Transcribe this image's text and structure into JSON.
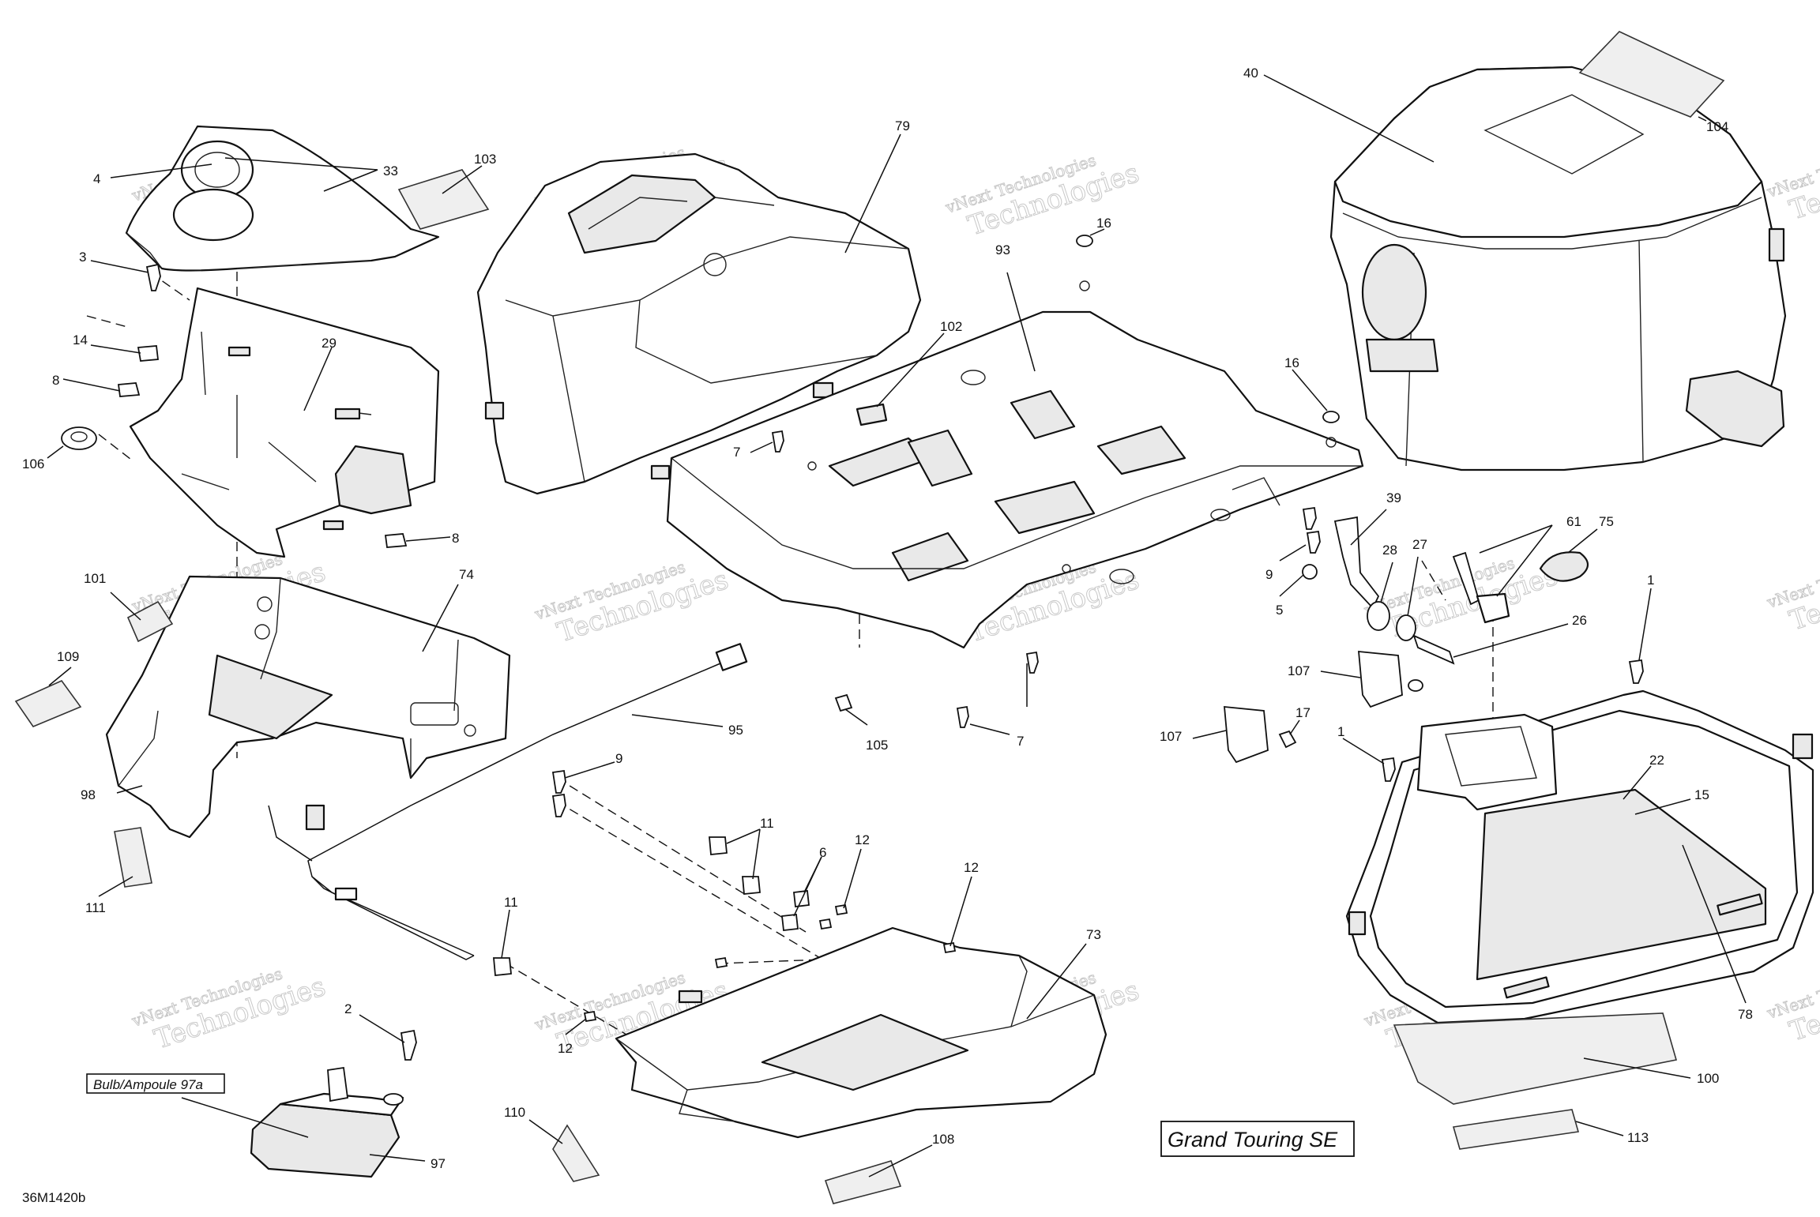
{
  "diagram": {
    "figure_id": "36M1420b",
    "model_label": "Grand Touring SE",
    "bulb_label": "Bulb/Ampoule 97a",
    "watermark": {
      "line1": "vNext Technologies",
      "line2": "Technologies",
      "line3": "vNext"
    },
    "callouts": [
      {
        "id": "c40",
        "text": "40"
      },
      {
        "id": "c104",
        "text": "104"
      },
      {
        "id": "c79",
        "text": "79"
      },
      {
        "id": "c103",
        "text": "103"
      },
      {
        "id": "c4",
        "text": "4"
      },
      {
        "id": "c33",
        "text": "33"
      },
      {
        "id": "c3",
        "text": "3"
      },
      {
        "id": "c14",
        "text": "14"
      },
      {
        "id": "c29",
        "text": "29"
      },
      {
        "id": "c8a",
        "text": "8"
      },
      {
        "id": "c106",
        "text": "106"
      },
      {
        "id": "c8b",
        "text": "8"
      },
      {
        "id": "c101",
        "text": "101"
      },
      {
        "id": "c74",
        "text": "74"
      },
      {
        "id": "c109",
        "text": "109"
      },
      {
        "id": "c98",
        "text": "98"
      },
      {
        "id": "c111",
        "text": "111"
      },
      {
        "id": "c95",
        "text": "95"
      },
      {
        "id": "c9a",
        "text": "9"
      },
      {
        "id": "c11a",
        "text": "11"
      },
      {
        "id": "c6",
        "text": "6"
      },
      {
        "id": "c12a",
        "text": "12"
      },
      {
        "id": "c12b",
        "text": "12"
      },
      {
        "id": "c11b",
        "text": "11"
      },
      {
        "id": "c73",
        "text": "73"
      },
      {
        "id": "c2",
        "text": "2"
      },
      {
        "id": "c12c",
        "text": "12"
      },
      {
        "id": "c97",
        "text": "97"
      },
      {
        "id": "c110",
        "text": "110"
      },
      {
        "id": "c108",
        "text": "108"
      },
      {
        "id": "c16a",
        "text": "16"
      },
      {
        "id": "c93",
        "text": "93"
      },
      {
        "id": "c102",
        "text": "102"
      },
      {
        "id": "c7a",
        "text": "7"
      },
      {
        "id": "c16b",
        "text": "16"
      },
      {
        "id": "c105",
        "text": "105"
      },
      {
        "id": "c7b",
        "text": "7"
      },
      {
        "id": "c39",
        "text": "39"
      },
      {
        "id": "c9b",
        "text": "9"
      },
      {
        "id": "c5",
        "text": "5"
      },
      {
        "id": "c28",
        "text": "28"
      },
      {
        "id": "c27",
        "text": "27"
      },
      {
        "id": "c61",
        "text": "61"
      },
      {
        "id": "c75",
        "text": "75"
      },
      {
        "id": "c26",
        "text": "26"
      },
      {
        "id": "c1a",
        "text": "1"
      },
      {
        "id": "c107a",
        "text": "107"
      },
      {
        "id": "c17",
        "text": "17"
      },
      {
        "id": "c107b",
        "text": "107"
      },
      {
        "id": "c1b",
        "text": "1"
      },
      {
        "id": "c22",
        "text": "22"
      },
      {
        "id": "c15",
        "text": "15"
      },
      {
        "id": "c78",
        "text": "78"
      },
      {
        "id": "c100",
        "text": "100"
      },
      {
        "id": "c113",
        "text": "113"
      }
    ]
  }
}
